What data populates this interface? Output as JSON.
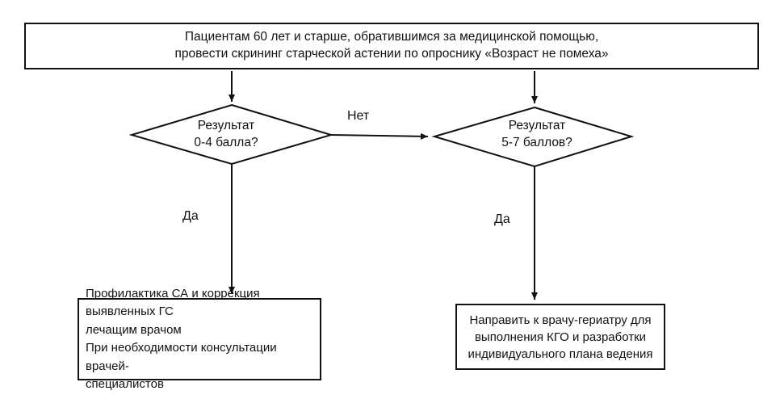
{
  "top_box": {
    "line1": "Пациентам 60 лет и старше, обратившимся за медицинской помощью,",
    "line2": "провести скрининг старческой астении по опроснику «Возраст не помеха»"
  },
  "decision_left": {
    "line1": "Результат",
    "line2": "0-4 балла?"
  },
  "decision_right": {
    "line1": "Результат",
    "line2": "5-7 баллов?"
  },
  "labels": {
    "no": "Нет",
    "yes_left": "Да",
    "yes_right": "Да"
  },
  "left_box": {
    "line1": "Профилактика СА и коррекция выявленных ГС",
    "line2": "лечащим врачом",
    "line3": "При необходимости консультации врачей-",
    "line4": "специалистов"
  },
  "right_box": {
    "line1": "Направить к врачу-гериатру для",
    "line2": "выполнения КГО и разработки",
    "line3": "индивидуального плана ведения"
  }
}
